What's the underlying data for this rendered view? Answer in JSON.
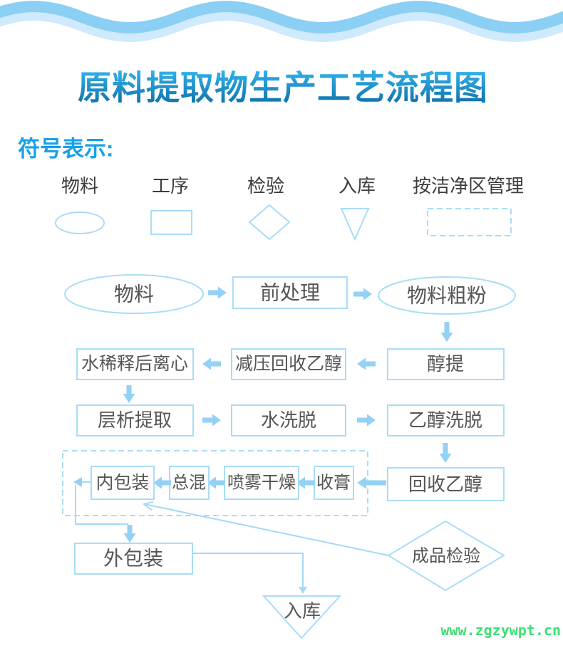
{
  "title": "原料提取物生产工艺流程图",
  "legend": {
    "heading": "符号表示:",
    "items": [
      {
        "label": "物料",
        "symbol": "ellipse"
      },
      {
        "label": "工序",
        "symbol": "rect"
      },
      {
        "label": "检验",
        "symbol": "diamond"
      },
      {
        "label": "入库",
        "symbol": "triangle-down"
      },
      {
        "label": "按洁净区管理",
        "symbol": "dashed-rect"
      }
    ]
  },
  "flowchart": {
    "nodes": {
      "material": "物料",
      "pretreatment": "前处理",
      "coarse_powder": "物料粗粉",
      "ethanol_extraction": "醇提",
      "vacuum_recover_ethanol": "减压回收乙醇",
      "water_dilute_centrifuge": "水稀释后离心",
      "chromatography_extraction": "层析提取",
      "water_elution": "水洗脱",
      "ethanol_elution": "乙醇洗脱",
      "recover_ethanol": "回收乙醇",
      "paste_collection": "收膏",
      "spray_drying": "喷雾干燥",
      "total_mixing": "总混",
      "inner_packaging": "内包装",
      "outer_packaging": "外包装",
      "finished_product_inspection": "成品检验",
      "warehousing": "入库"
    },
    "edges": [
      {
        "from": "material",
        "to": "pretreatment"
      },
      {
        "from": "pretreatment",
        "to": "coarse_powder"
      },
      {
        "from": "coarse_powder",
        "to": "ethanol_extraction"
      },
      {
        "from": "ethanol_extraction",
        "to": "vacuum_recover_ethanol"
      },
      {
        "from": "vacuum_recover_ethanol",
        "to": "water_dilute_centrifuge"
      },
      {
        "from": "water_dilute_centrifuge",
        "to": "chromatography_extraction"
      },
      {
        "from": "chromatography_extraction",
        "to": "water_elution"
      },
      {
        "from": "water_elution",
        "to": "ethanol_elution"
      },
      {
        "from": "ethanol_elution",
        "to": "recover_ethanol"
      },
      {
        "from": "recover_ethanol",
        "to": "paste_collection"
      },
      {
        "from": "paste_collection",
        "to": "spray_drying"
      },
      {
        "from": "spray_drying",
        "to": "total_mixing"
      },
      {
        "from": "total_mixing",
        "to": "inner_packaging"
      },
      {
        "from": "inner_packaging",
        "to": "outer_packaging"
      },
      {
        "from": "outer_packaging",
        "to": "warehousing"
      },
      {
        "from": "finished_product_inspection",
        "to": "inner_packaging"
      }
    ],
    "clean_area_nodes": [
      "inner_packaging",
      "total_mixing",
      "spray_drying",
      "paste_collection"
    ]
  },
  "watermark": "www.zgzywpt.cn",
  "colors": {
    "background": "#ffffff",
    "shape_border_blue": "#a9dcf8",
    "arrow_blue": "#93d1f5",
    "line_blue": "#a5d9f7",
    "box_text": "#555555",
    "legend_text": "#3d3d3d",
    "heading_blue": "#18a0e8",
    "title_gradient_top": "#33b5ec",
    "title_gradient_bottom": "#0e6ea8",
    "wave_medium": "#8ccff5",
    "wave_light": "#cfeafc",
    "watermark_green": "#3fdf74"
  }
}
